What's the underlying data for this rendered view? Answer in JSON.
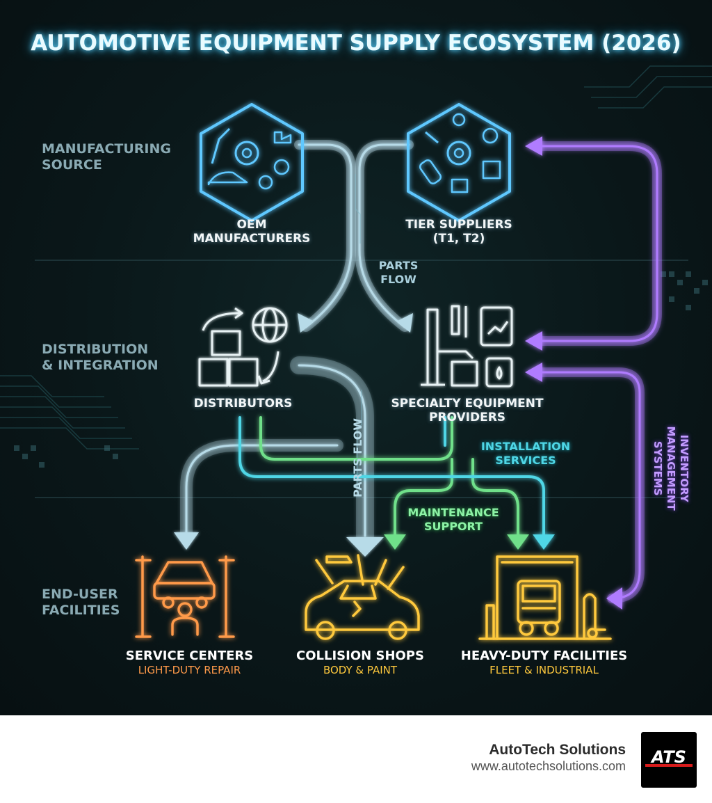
{
  "title": "AUTOMOTIVE EQUIPMENT SUPPLY ECOSYSTEM (2026)",
  "tiers": {
    "manufacturing": [
      "MANUFACTURING",
      "SOURCE"
    ],
    "distribution": [
      "DISTRIBUTION",
      "& INTEGRATION"
    ],
    "end_user": [
      "END-USER",
      "FACILITIES"
    ]
  },
  "nodes": {
    "oem": [
      "OEM",
      "MANUFACTURERS"
    ],
    "tier_suppliers": [
      "TIER SUPPLIERS",
      "(T1, T2)"
    ],
    "distributors": "DISTRIBUTORS",
    "specialty": [
      "SPECIALTY EQUIPMENT",
      "PROVIDERS"
    ]
  },
  "flows": {
    "parts_flow_top": [
      "PARTS",
      "FLOW"
    ],
    "parts_flow_vertical": "PARTS FLOW",
    "installation": [
      "INSTALLATION",
      "SERVICES"
    ],
    "maintenance": [
      "MAINTENANCE",
      "SUPPORT"
    ],
    "inventory": [
      "INVENTORY",
      "MANAGEMENT",
      "SYSTEMS"
    ]
  },
  "facilities": [
    {
      "name": "SERVICE CENTERS",
      "sub": "LIGHT-DUTY REPAIR"
    },
    {
      "name": "COLLISION SHOPS",
      "sub": "BODY & PAINT"
    },
    {
      "name": "HEAVY-DUTY FACILITIES",
      "sub": "FLEET & INDUSTRIAL"
    }
  ],
  "footer": {
    "brand": "AutoTech Solutions",
    "url": "www.autotechsolutions.com",
    "logo_text": "ATS"
  },
  "colors": {
    "blue_glow": "#5fc8ff",
    "parts_flow": "#b7dbe8",
    "green": "#6fe08a",
    "cyan": "#4fd6e6",
    "purple": "#b07cff",
    "orange": "#ff9a4a",
    "yellow": "#ffc93d",
    "logo_red": "#d81b1b"
  }
}
